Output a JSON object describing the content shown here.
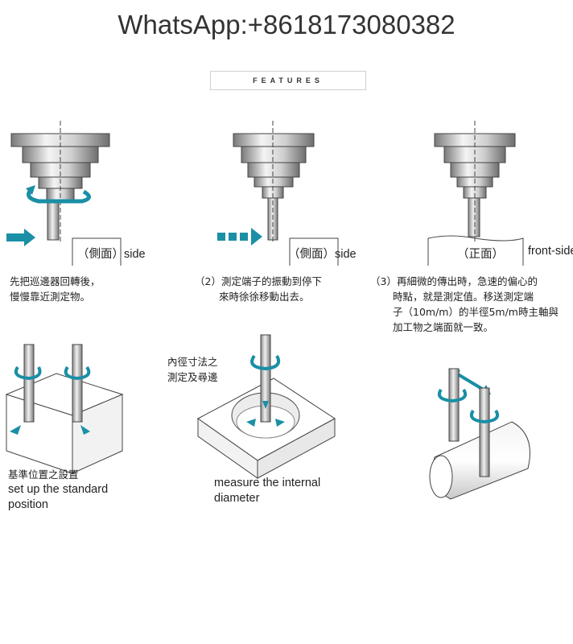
{
  "header": {
    "whatsapp": "WhatsApp:+8618173080382"
  },
  "features": {
    "title": "FEATURES"
  },
  "panel1": {
    "side_label_cn": "（側面）",
    "side_label_en": "side",
    "caption_line1": "先把巡邊器回轉後，",
    "caption_line2": "慢慢靠近測定物。"
  },
  "panel2": {
    "side_label_cn": "（側面）",
    "side_label_en": "side",
    "caption_line1": "（2）測定端子的振動到停下",
    "caption_line2": "來時徐徐移動出去。"
  },
  "panel3": {
    "side_label_cn": "（正面）",
    "side_label_en": "front-side",
    "caption_line1": "（3）再細微的傳出時，急速的偏心的",
    "caption_line2": "時點，就是測定值。移送測定端",
    "caption_line3": "子（10m/m）的半徑5m/m時主軸與",
    "caption_line4": "加工物之端面就一致。"
  },
  "bottom_left": {
    "caption_cn": "基準位置之設置",
    "caption_en_line1": "set up the standard",
    "caption_en_line2": "position"
  },
  "bottom_middle": {
    "label_cn_line1": "內徑寸法之",
    "label_cn_line2": "測定及尋邊",
    "caption_en_line1": "measure the internal",
    "caption_en_line2": "diameter"
  },
  "colors": {
    "arrow": "#1a8fa6",
    "line": "#333333",
    "shade": "#d9d9d9",
    "dark": "#8a8a8a"
  }
}
